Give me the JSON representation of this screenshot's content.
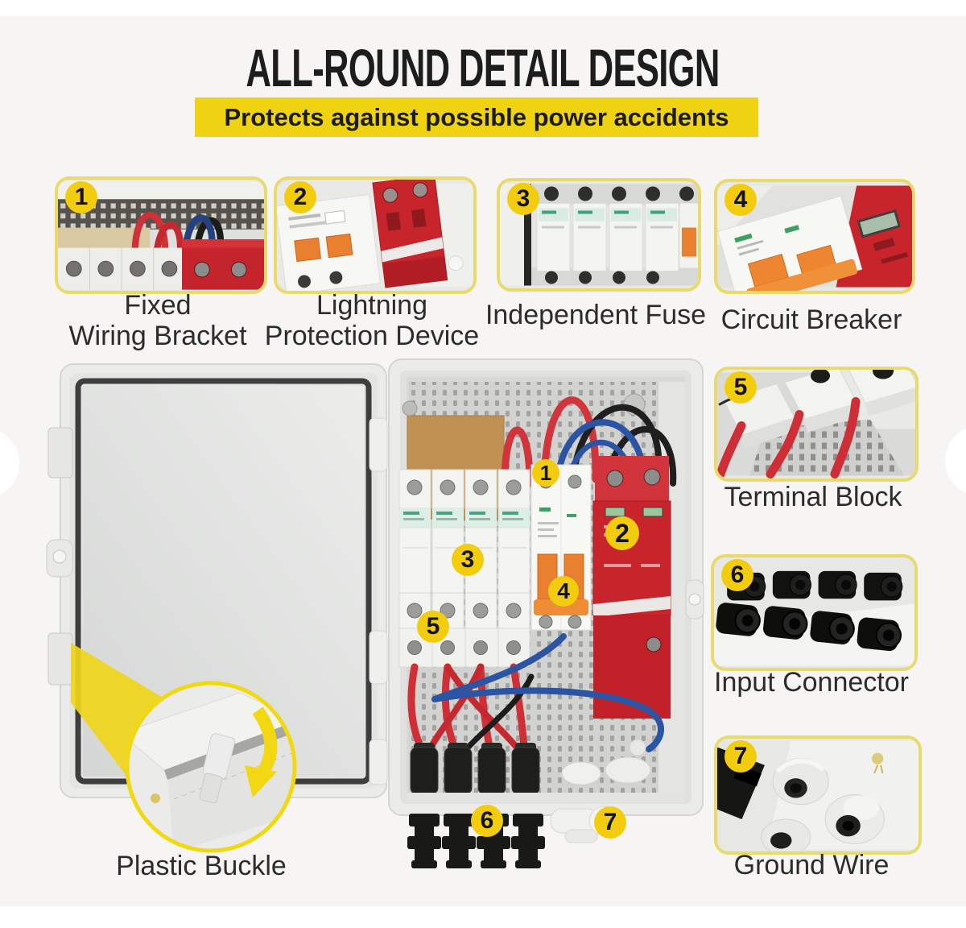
{
  "header": {
    "title": "ALL-ROUND DETAIL DESIGN",
    "subtitle": "Protects against possible power accidents"
  },
  "features_top": [
    {
      "num": "1",
      "line1": "Fixed",
      "line2": "Wiring Bracket"
    },
    {
      "num": "2",
      "line1": "Lightning",
      "line2": "Protection Device"
    },
    {
      "num": "3",
      "line1": "Independent Fuse",
      "line2": ""
    },
    {
      "num": "4",
      "line1": "Circuit Breaker",
      "line2": ""
    }
  ],
  "features_side": [
    {
      "num": "5",
      "label": "Terminal Block"
    },
    {
      "num": "6",
      "label": "Input Connector"
    },
    {
      "num": "7",
      "label": "Ground Wire"
    }
  ],
  "callouts": {
    "c1": "1",
    "c2": "2",
    "c3": "3",
    "c4": "4",
    "c5": "5",
    "c6": "6",
    "c7": "7"
  },
  "magnifier_label": "Plastic Buckle",
  "colors": {
    "accent_yellow": "#efd212",
    "badge_yellow": "#f2cd0f",
    "device_red": "#c8242b",
    "switch_orange": "#e8802f"
  }
}
